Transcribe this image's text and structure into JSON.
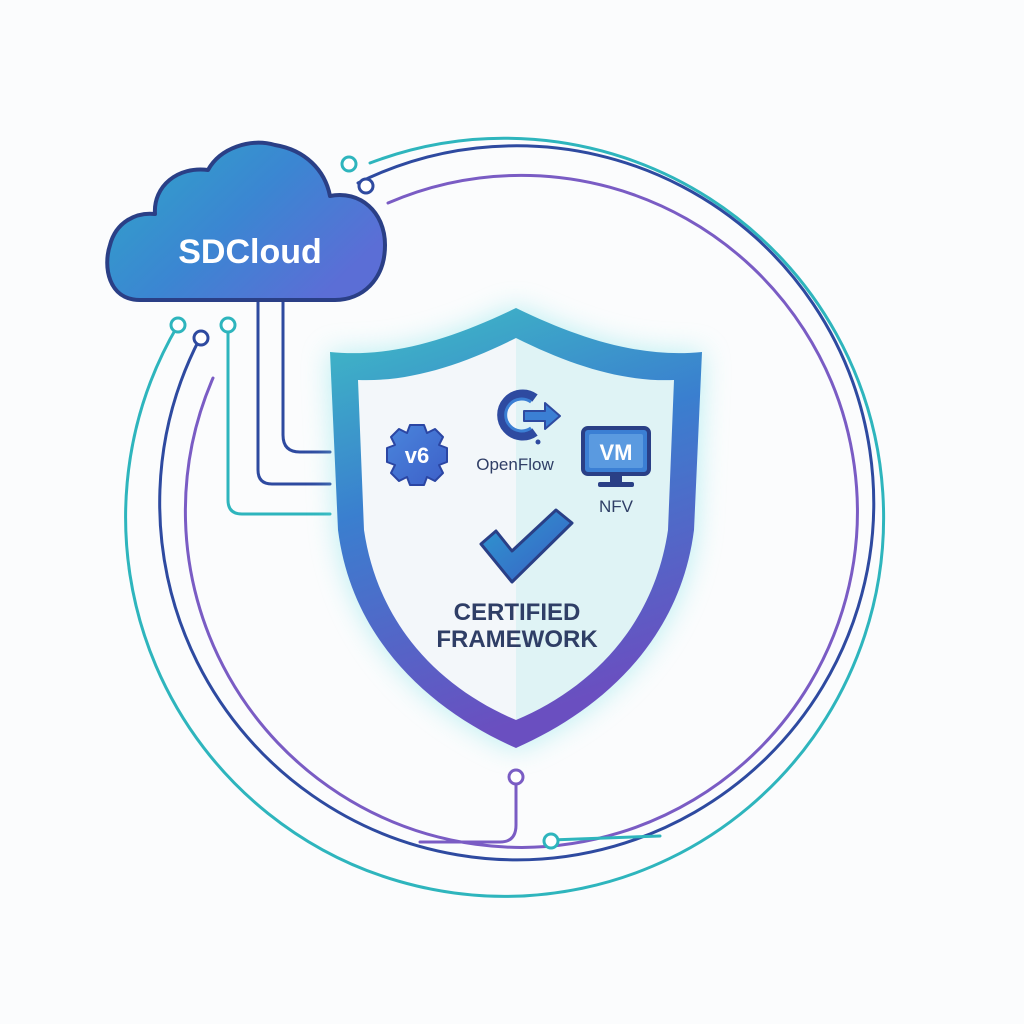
{
  "cloud": {
    "label": "SDCloud"
  },
  "badges": {
    "ipv6": "v6",
    "openflow": "OpenFlow",
    "vm": "VM",
    "nfv": "NFV"
  },
  "certification": {
    "line1": "CERTIFIED",
    "line2": "FRAMEWORK"
  },
  "colors": {
    "teal": "#2eb5bd",
    "navy": "#2e4aa0",
    "purple": "#7a5cc4",
    "cloud_blue": "#3b8ed4",
    "cloud_purple": "#5b6ed6",
    "shield_border": "#4c62c9",
    "text_dark": "#2f3e66"
  },
  "icons": [
    "cloud-icon",
    "shield-icon",
    "gear-icon",
    "openflow-icon",
    "monitor-icon",
    "checkmark-icon"
  ]
}
